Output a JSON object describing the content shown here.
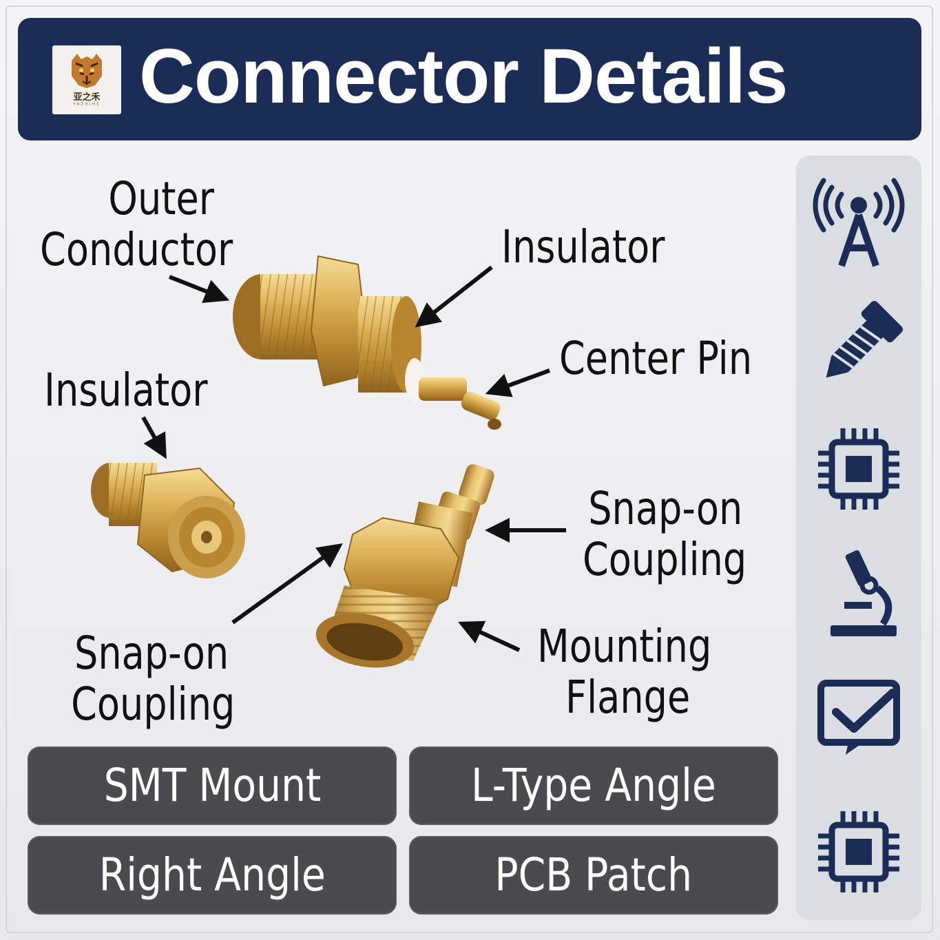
{
  "header": {
    "title": "Connector Details",
    "logo": {
      "text": "亚之禾",
      "subtext": "YAZHIHE"
    }
  },
  "callouts": {
    "outer_conductor": [
      "Outer",
      "Conductor"
    ],
    "insulator_top": "Insulator",
    "center_pin": "Center Pin",
    "insulator_left": "Insulator",
    "snap_on_coupling_right": [
      "Snap-on",
      "Coupling"
    ],
    "snap_on_coupling_left": [
      "Snap-on",
      "Coupling"
    ],
    "mounting_flange": [
      "Mounting",
      "Flange"
    ]
  },
  "tags": [
    {
      "label": "SMT Mount"
    },
    {
      "label": "L-Type Angle"
    },
    {
      "label": "Right Angle"
    },
    {
      "label": "PCB Patch"
    }
  ],
  "sidebar_icons": [
    "antenna-tower-icon",
    "screw-icon",
    "chip-icon",
    "microscope-icon",
    "monitor-check-icon",
    "chip-icon"
  ],
  "colors": {
    "header_bg": "#1b2d56",
    "icon_navy": "#1b2d56",
    "tag_bg": "#4b4b4e",
    "brass": "#d4a94a",
    "sidebar_bg": "#dadde2"
  }
}
